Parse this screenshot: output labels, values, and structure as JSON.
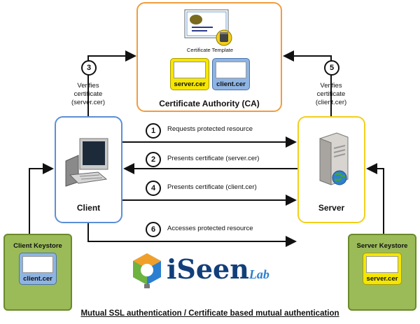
{
  "ca": {
    "title": "Certificate Authority (CA)",
    "template_label": "Certificate Template",
    "certs": [
      "server.cer",
      "client.cer"
    ]
  },
  "client": {
    "label": "Client"
  },
  "server": {
    "label": "Server"
  },
  "client_keystore": {
    "title": "Client Keystore",
    "cert": "client.cer"
  },
  "server_keystore": {
    "title": "Server Keystore",
    "cert": "server.cer"
  },
  "steps": [
    {
      "number": "1",
      "label": "Requests protected resource"
    },
    {
      "number": "2",
      "label": "Presents certificate (server.cer)"
    },
    {
      "number": "3",
      "label_lines": [
        "Verifies",
        "certificate",
        "(server.cer)"
      ]
    },
    {
      "number": "4",
      "label": "Presents certificate (client.cer)"
    },
    {
      "number": "5",
      "label_lines": [
        "Verifies",
        "certificate",
        "(client.cer)"
      ]
    },
    {
      "number": "6",
      "label": "Accesses protected resource"
    }
  ],
  "logo": {
    "main": "iSeen",
    "suffix": "Lab"
  },
  "caption": "Mutual SSL authentication / Certificate based mutual authentication",
  "colors": {
    "ca_border": "#f39c3d",
    "client_border": "#5b8fd6",
    "server_border": "#f2cf1a",
    "keystore_fill": "#9bbb59",
    "server_cert_fill": "#f5e600",
    "client_cert_fill": "#8eb4e3"
  }
}
